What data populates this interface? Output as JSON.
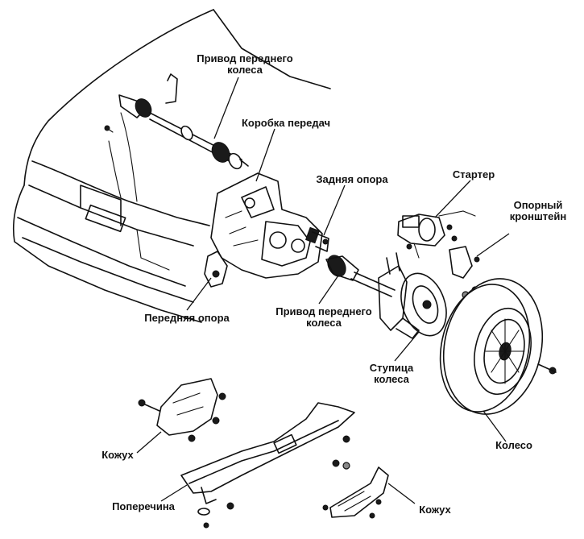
{
  "diagram": {
    "labels": {
      "drive_top_line1": "Привод переднего",
      "drive_top_line2": "колеса",
      "gearbox": "Коробка передач",
      "rear_mount": "Задняя опора",
      "starter": "Стартер",
      "bracket_line1": "Опорный",
      "bracket_line2": "кронштейн",
      "front_mount": "Передняя опора",
      "drive_mid_line1": "Привод переднего",
      "drive_mid_line2": "колеса",
      "hub_line1": "Ступица",
      "hub_line2": "колеса",
      "wheel": "Колесо",
      "cover_left": "Кожух",
      "crossmember": "Поперечина",
      "cover_right": "Кожух"
    },
    "colors": {
      "ink": "#111111",
      "paper": "#ffffff"
    }
  }
}
